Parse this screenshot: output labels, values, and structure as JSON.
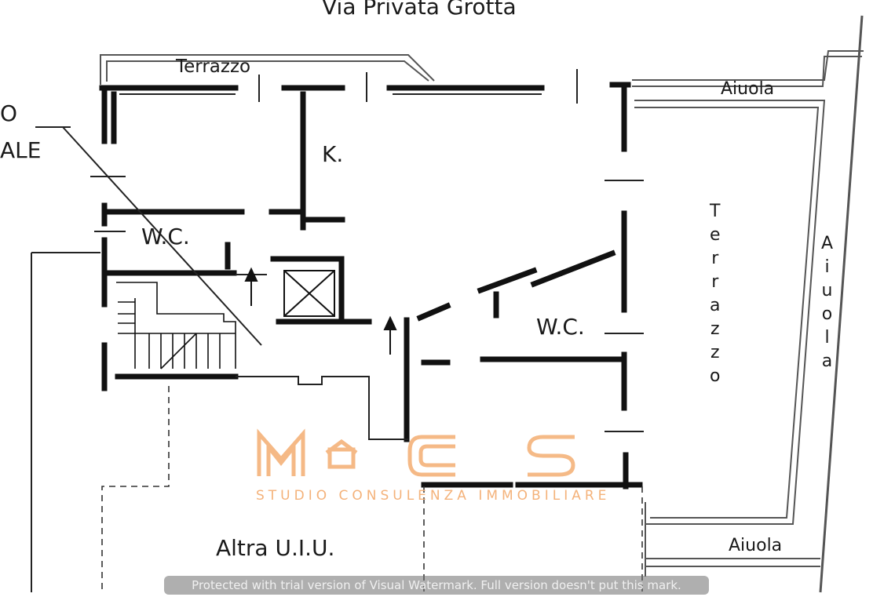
{
  "street_label": "Via Privata Grotta",
  "left_cut_top": "O",
  "left_cut_bottom": "ALE",
  "rooms": {
    "terrazzo_top": "Terrazzo",
    "kitchen": "K.",
    "wc_left": "W.C.",
    "wc_right": "W.C.",
    "altra_uiu": "Altra U.I.U."
  },
  "terrazzo_right_letters": [
    "T",
    "e",
    "r",
    "r",
    "a",
    "z",
    "z",
    "o"
  ],
  "aiuola_right_letters": [
    "A",
    "i",
    "u",
    "o",
    "l",
    "a"
  ],
  "aiuola_top": "Aiuola",
  "aiuola_bottom": "Aiuola",
  "watermark": {
    "subtitle": "STUDIO CONSULENZA IMMOBILIARE",
    "color": "#f4b27a"
  },
  "trial_banner": "Protected with trial version of Visual Watermark. Full version doesn't put this mark."
}
